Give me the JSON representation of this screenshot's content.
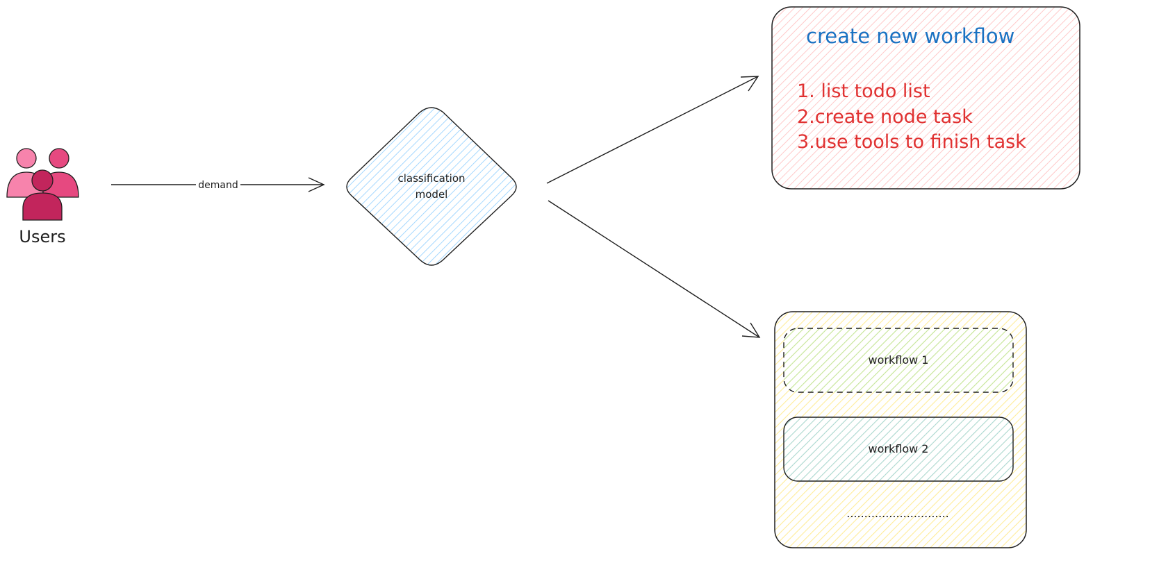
{
  "users": {
    "label": "Users",
    "icon": "users-group-icon"
  },
  "edge_demand": {
    "label": "demand"
  },
  "classifier": {
    "label_line1": "classification",
    "label_line2": "model"
  },
  "new_workflow_box": {
    "title": "create new workflow",
    "steps": [
      "1. list todo list",
      "2.create node task",
      "3.use tools to finish task"
    ]
  },
  "existing_workflows_box": {
    "items": [
      "workflow 1",
      "workflow 2"
    ],
    "ellipsis": "............................."
  },
  "colors": {
    "stroke": "#1e1e1e",
    "title_blue": "#1971c2",
    "steps_red": "#e03131",
    "pink_fill": "#ffc9c9",
    "blue_hatch": "#a5d8ff",
    "yellow_fill": "#ffec99",
    "green_hatch": "#b2f2bb",
    "user_light": "#f783ac",
    "user_mid": "#e64980",
    "user_dark": "#c2255c"
  }
}
